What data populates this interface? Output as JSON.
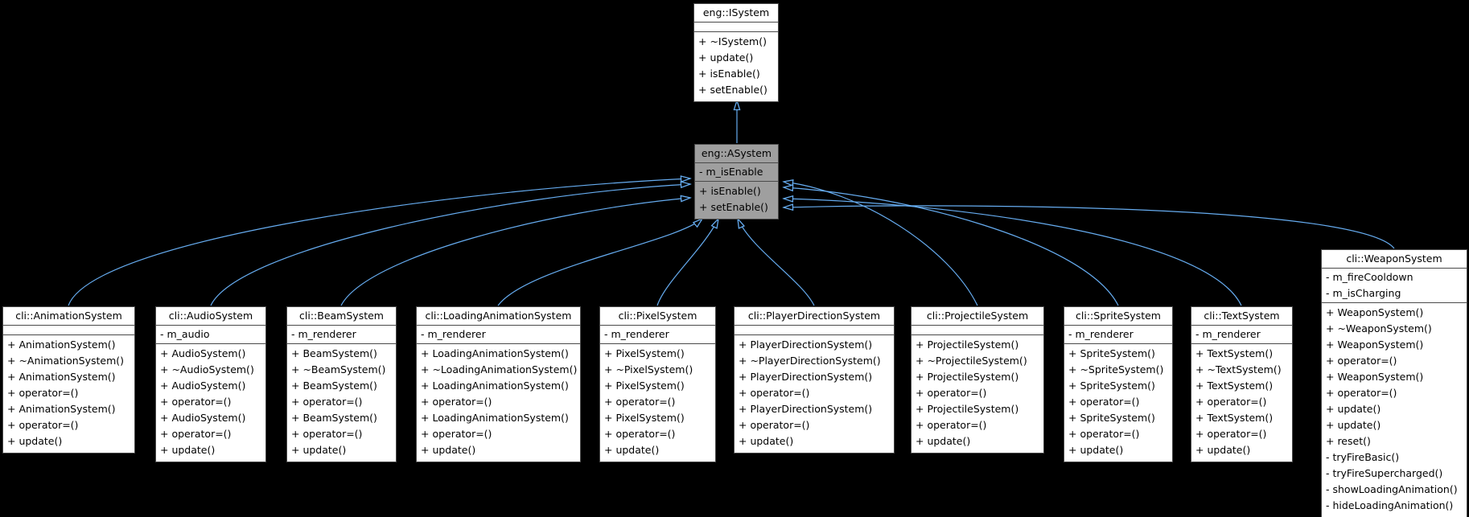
{
  "colors": {
    "background": "#000000",
    "arrow": "#66acf0",
    "box_border": "#4a4a4a",
    "box_fill": "#ffffff",
    "highlight_fill": "#9f9f9f",
    "text": "#000000"
  },
  "diagram_type": "uml-inheritance",
  "classes": [
    {
      "id": "eng_isystem",
      "title": "eng::ISystem",
      "highlighted": false,
      "attributes": [],
      "methods": [
        "+ ~ISystem()",
        "+ update()",
        "+ isEnable()",
        "+ setEnable()"
      ]
    },
    {
      "id": "eng_asystem",
      "title": "eng::ASystem",
      "highlighted": true,
      "attributes": [
        "- m_isEnable"
      ],
      "methods": [
        "+ isEnable()",
        "+ setEnable()"
      ]
    },
    {
      "id": "cli_animationsystem",
      "title": "cli::AnimationSystem",
      "highlighted": false,
      "attributes": [],
      "methods": [
        "+ AnimationSystem()",
        "+ ~AnimationSystem()",
        "+ AnimationSystem()",
        "+ operator=()",
        "+ AnimationSystem()",
        "+ operator=()",
        "+ update()"
      ]
    },
    {
      "id": "cli_audiosystem",
      "title": "cli::AudioSystem",
      "highlighted": false,
      "attributes": [
        "- m_audio"
      ],
      "methods": [
        "+ AudioSystem()",
        "+ ~AudioSystem()",
        "+ AudioSystem()",
        "+ operator=()",
        "+ AudioSystem()",
        "+ operator=()",
        "+ update()"
      ]
    },
    {
      "id": "cli_beamsystem",
      "title": "cli::BeamSystem",
      "highlighted": false,
      "attributes": [
        "- m_renderer"
      ],
      "methods": [
        "+ BeamSystem()",
        "+ ~BeamSystem()",
        "+ BeamSystem()",
        "+ operator=()",
        "+ BeamSystem()",
        "+ operator=()",
        "+ update()"
      ]
    },
    {
      "id": "cli_loadinganimationsystem",
      "title": "cli::LoadingAnimationSystem",
      "highlighted": false,
      "attributes": [
        "- m_renderer"
      ],
      "methods": [
        "+ LoadingAnimationSystem()",
        "+ ~LoadingAnimationSystem()",
        "+ LoadingAnimationSystem()",
        "+ operator=()",
        "+ LoadingAnimationSystem()",
        "+ operator=()",
        "+ update()"
      ]
    },
    {
      "id": "cli_pixelsystem",
      "title": "cli::PixelSystem",
      "highlighted": false,
      "attributes": [
        "- m_renderer"
      ],
      "methods": [
        "+ PixelSystem()",
        "+ ~PixelSystem()",
        "+ PixelSystem()",
        "+ operator=()",
        "+ PixelSystem()",
        "+ operator=()",
        "+ update()"
      ]
    },
    {
      "id": "cli_playerdirectionsystem",
      "title": "cli::PlayerDirectionSystem",
      "highlighted": false,
      "attributes": [],
      "methods": [
        "+ PlayerDirectionSystem()",
        "+ ~PlayerDirectionSystem()",
        "+ PlayerDirectionSystem()",
        "+ operator=()",
        "+ PlayerDirectionSystem()",
        "+ operator=()",
        "+ update()"
      ]
    },
    {
      "id": "cli_projectilesystem",
      "title": "cli::ProjectileSystem",
      "highlighted": false,
      "attributes": [],
      "methods": [
        "+ ProjectileSystem()",
        "+ ~ProjectileSystem()",
        "+ ProjectileSystem()",
        "+ operator=()",
        "+ ProjectileSystem()",
        "+ operator=()",
        "+ update()"
      ]
    },
    {
      "id": "cli_spritesystem",
      "title": "cli::SpriteSystem",
      "highlighted": false,
      "attributes": [
        "- m_renderer"
      ],
      "methods": [
        "+ SpriteSystem()",
        "+ ~SpriteSystem()",
        "+ SpriteSystem()",
        "+ operator=()",
        "+ SpriteSystem()",
        "+ operator=()",
        "+ update()"
      ]
    },
    {
      "id": "cli_textsystem",
      "title": "cli::TextSystem",
      "highlighted": false,
      "attributes": [
        "- m_renderer"
      ],
      "methods": [
        "+ TextSystem()",
        "+ ~TextSystem()",
        "+ TextSystem()",
        "+ operator=()",
        "+ TextSystem()",
        "+ operator=()",
        "+ update()"
      ]
    },
    {
      "id": "cli_weaponsystem",
      "title": "cli::WeaponSystem",
      "highlighted": false,
      "attributes": [
        "- m_fireCooldown",
        "- m_isCharging"
      ],
      "methods": [
        "+ WeaponSystem()",
        "+ ~WeaponSystem()",
        "+ WeaponSystem()",
        "+ operator=()",
        "+ WeaponSystem()",
        "+ operator=()",
        "+ update()",
        "+ update()",
        "+ reset()",
        "- tryFireBasic()",
        "- tryFireSupercharged()",
        "- showLoadingAnimation()",
        "- hideLoadingAnimation()"
      ]
    }
  ],
  "edges": [
    {
      "from": "eng_asystem",
      "to": "eng_isystem",
      "type": "inheritance"
    },
    {
      "from": "cli_animationsystem",
      "to": "eng_asystem",
      "type": "inheritance"
    },
    {
      "from": "cli_audiosystem",
      "to": "eng_asystem",
      "type": "inheritance"
    },
    {
      "from": "cli_beamsystem",
      "to": "eng_asystem",
      "type": "inheritance"
    },
    {
      "from": "cli_loadinganimationsystem",
      "to": "eng_asystem",
      "type": "inheritance"
    },
    {
      "from": "cli_pixelsystem",
      "to": "eng_asystem",
      "type": "inheritance"
    },
    {
      "from": "cli_playerdirectionsystem",
      "to": "eng_asystem",
      "type": "inheritance"
    },
    {
      "from": "cli_projectilesystem",
      "to": "eng_asystem",
      "type": "inheritance"
    },
    {
      "from": "cli_spritesystem",
      "to": "eng_asystem",
      "type": "inheritance"
    },
    {
      "from": "cli_textsystem",
      "to": "eng_asystem",
      "type": "inheritance"
    },
    {
      "from": "cli_weaponsystem",
      "to": "eng_asystem",
      "type": "inheritance"
    }
  ]
}
